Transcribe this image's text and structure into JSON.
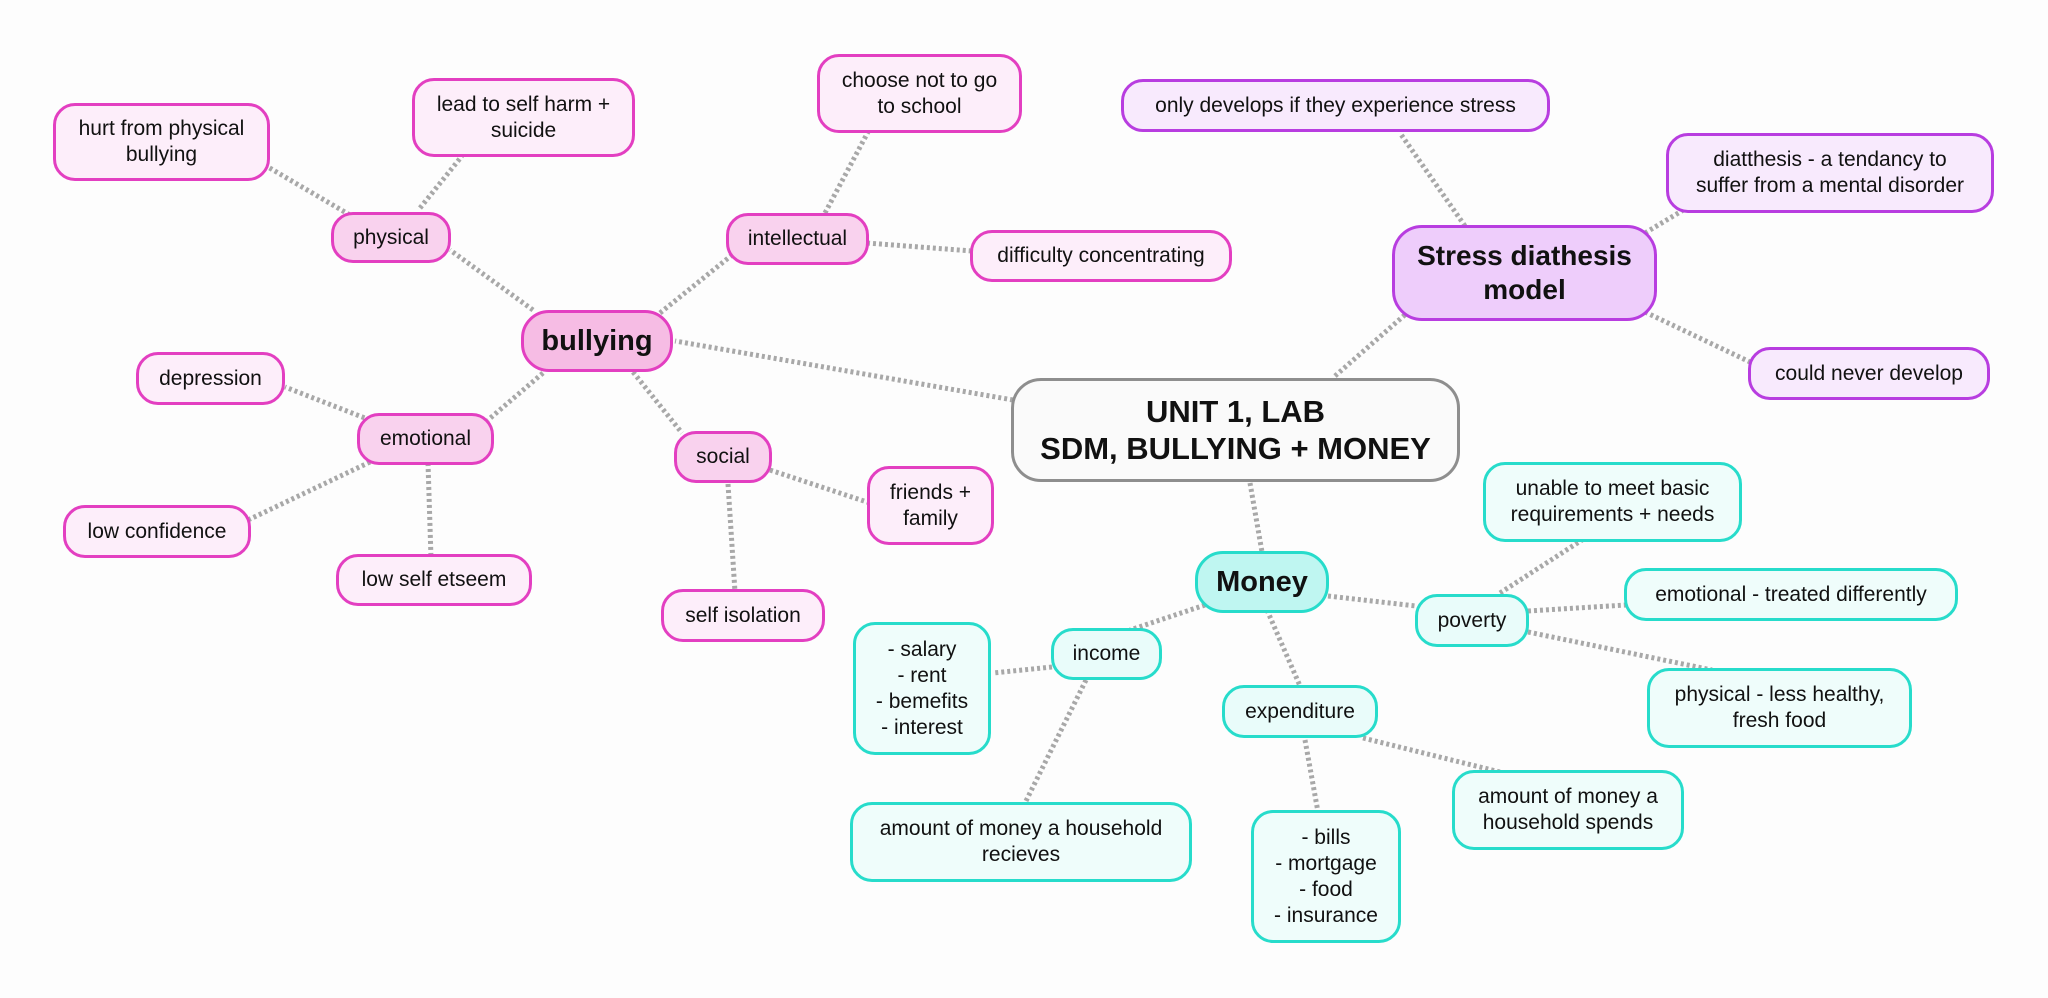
{
  "colors": {
    "center_border": "#8e8e8e",
    "bullying_border": "#e33fc1",
    "stress_border": "#b83de0",
    "money_border": "#27dccb",
    "link": "#a8a8a8"
  },
  "center": {
    "text": "UNIT 1, LAB\nSDM, BULLYING + MONEY"
  },
  "bullying": {
    "title": "bullying",
    "physical": {
      "label": "physical",
      "hurt": "hurt from physical\nbullying",
      "self_harm": "lead to self harm +\nsuicide"
    },
    "intellectual": {
      "label": "intellectual",
      "school": "choose not to go\nto school",
      "concentrating": "difficulty concentrating"
    },
    "emotional": {
      "label": "emotional",
      "depression": "depression",
      "low_confidence": "low confidence",
      "low_self_esteem": "low self etseem"
    },
    "social": {
      "label": "social",
      "friends": "friends +\nfamily",
      "isolation": "self isolation"
    }
  },
  "stress": {
    "title": "Stress diathesis\nmodel",
    "only_develops": "only develops if they experience stress",
    "diathesis": "diatthesis - a tendancy  to\nsuffer from a mental disorder",
    "never_develop": "could never develop"
  },
  "money": {
    "title": "Money",
    "income": {
      "label": "income",
      "list": "- salary\n- rent\n- bemefits\n- interest",
      "definition": "amount of money a household\nrecieves"
    },
    "expenditure": {
      "label": "expenditure",
      "list": "- bills\n- mortgage\n- food\n- insurance",
      "definition": "amount of money a\nhousehold spends"
    },
    "poverty": {
      "label": "poverty",
      "basic_needs": "unable to meet basic\nrequirements + needs",
      "emotional": "emotional - treated differently",
      "physical": "physical - less healthy,\nfresh food"
    }
  }
}
